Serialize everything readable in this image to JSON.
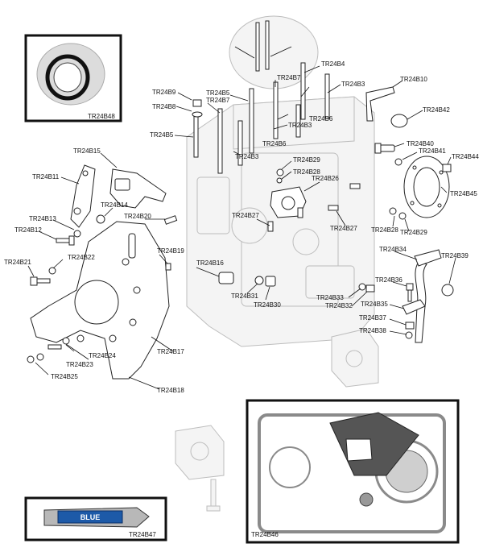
{
  "palette": {
    "line": "#111111",
    "ghost_fill": "#f4f4f4",
    "ghost_stroke": "#bdbdbd",
    "gasket": "#8a8a8a",
    "tube_label": "#1d5aa8"
  },
  "callouts": {
    "TR24B3a": "TR24B3",
    "TR24B3b": "TR24B3",
    "TR24B3c": "TR24B3",
    "TR24B4": "TR24B4",
    "TR24B5a": "TR24B5",
    "TR24B5b": "TR24B5",
    "TR24B6a": "TR24B6",
    "TR24B6b": "TR24B6",
    "TR24B7a": "TR24B7",
    "TR24B7b": "TR24B7",
    "TR24B8": "TR24B8",
    "TR24B9": "TR24B9",
    "TR24B10": "TR24B10",
    "TR24B11": "TR24B11",
    "TR24B12": "TR24B12",
    "TR24B13": "TR24B13",
    "TR24B14": "TR24B14",
    "TR24B15": "TR24B15",
    "TR24B16": "TR24B16",
    "TR24B17": "TR24B17",
    "TR24B18": "TR24B18",
    "TR24B19": "TR24B19",
    "TR24B20": "TR24B20",
    "TR24B21": "TR24B21",
    "TR24B22": "TR24B22",
    "TR24B23": "TR24B23",
    "TR24B24": "TR24B24",
    "TR24B25": "TR24B25",
    "TR24B26": "TR24B26",
    "TR24B27a": "TR24B27",
    "TR24B27b": "TR24B27",
    "TR24B28a": "TR24B28",
    "TR24B28b": "TR24B28",
    "TR24B29a": "TR24B29",
    "TR24B29b": "TR24B29",
    "TR24B30": "TR24B30",
    "TR24B31": "TR24B31",
    "TR24B32": "TR24B32",
    "TR24B33": "TR24B33",
    "TR24B34": "TR24B34",
    "TR24B35": "TR24B35",
    "TR24B36": "TR24B36",
    "TR24B37": "TR24B37",
    "TR24B38": "TR24B38",
    "TR24B39": "TR24B39",
    "TR24B40": "TR24B40",
    "TR24B41": "TR24B41",
    "TR24B42": "TR24B42",
    "TR24B44": "TR24B44",
    "TR24B45": "TR24B45",
    "TR24B46": "TR24B46",
    "TR24B47": "TR24B47",
    "TR24B48": "TR24B48"
  },
  "tube_text": "BLUE"
}
